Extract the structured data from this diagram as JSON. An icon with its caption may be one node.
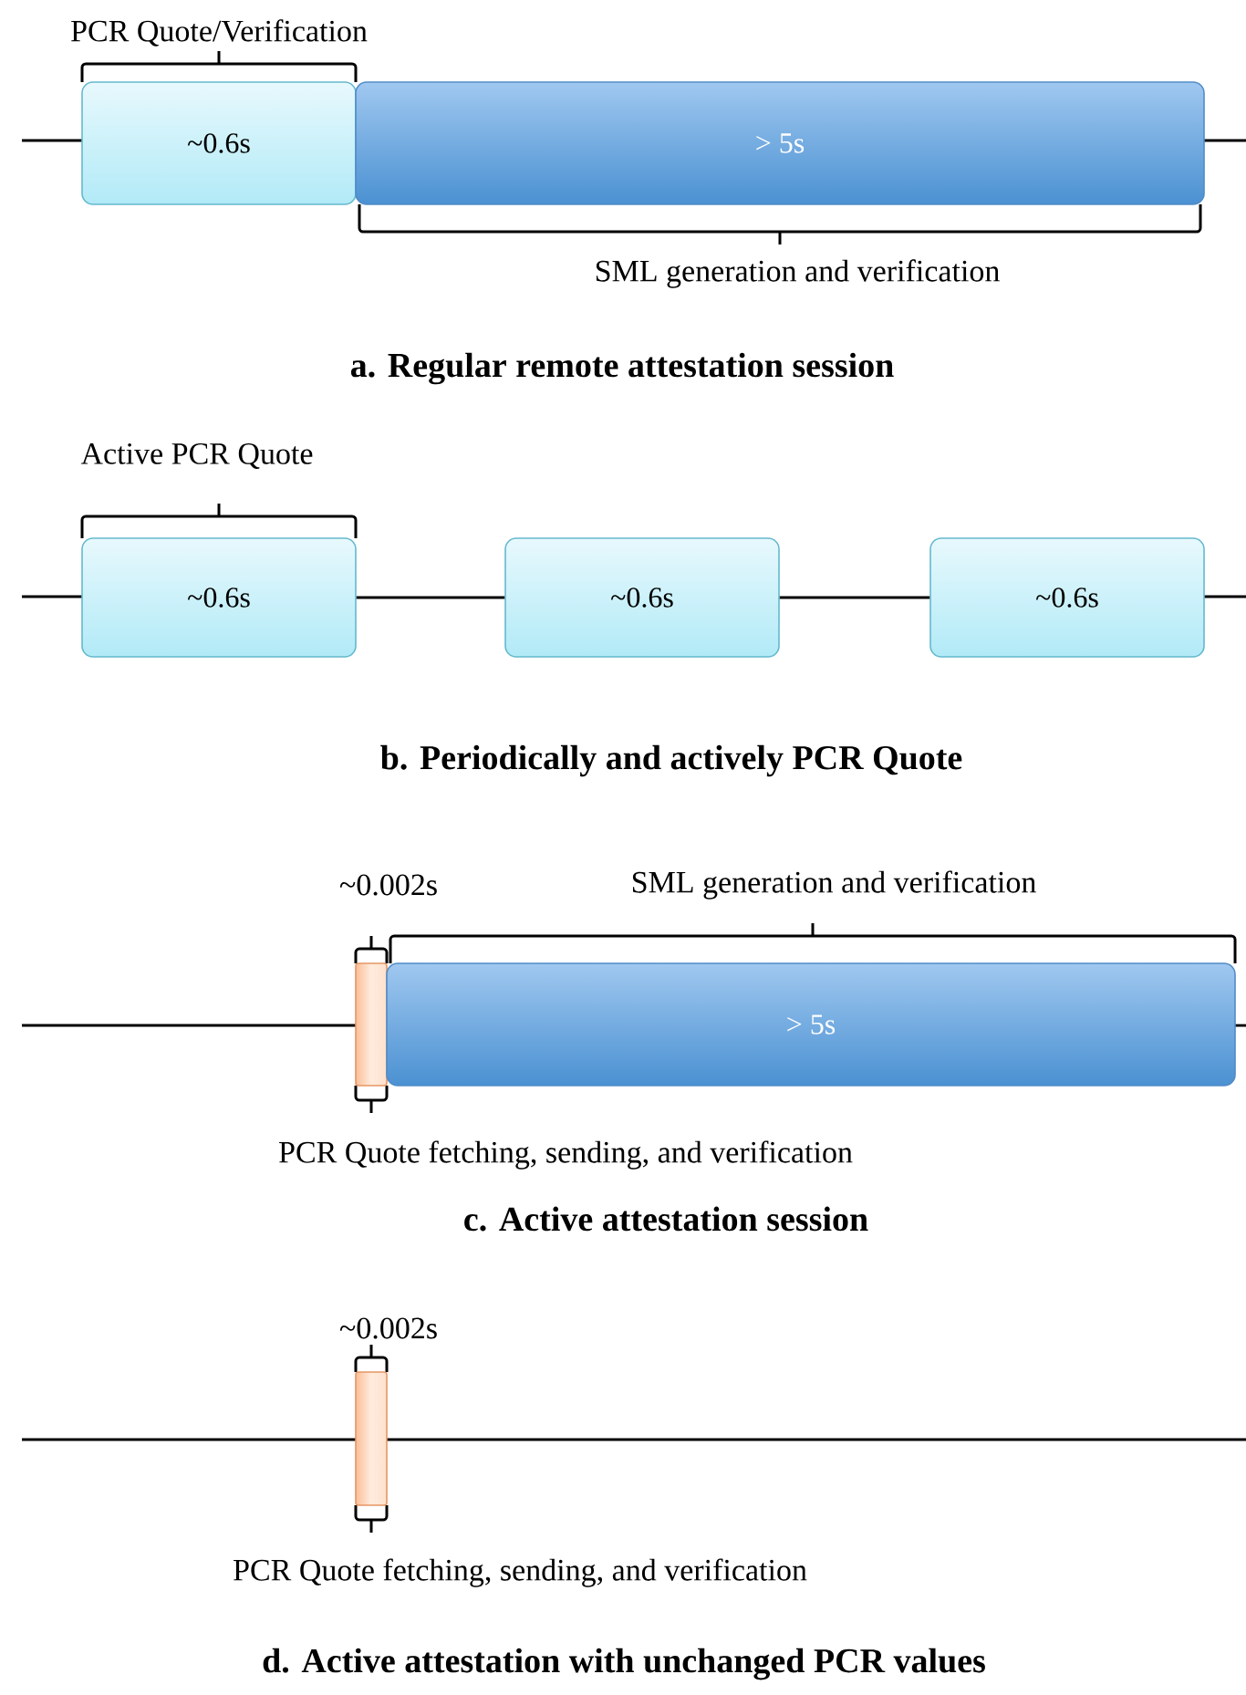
{
  "diagram": {
    "nodes": [
      {
        "text": [
          "~0.6s"
        ],
        "beside": [
          "PCR Quote/Verification"
        ]
      },
      {
        "text": [
          "> 5s"
        ],
        "beside": [
          "SML generation and verification"
        ]
      },
      {
        "text": [
          "~0.6s"
        ],
        "beside": [
          "Active PCR Quote"
        ]
      },
      {
        "text": [
          "~0.6s"
        ]
      },
      {
        "text": [
          "~0.6s"
        ]
      },
      {
        "text": [],
        "shape": "bar",
        "beside": [
          "~0.002s",
          "PCR Quote fetching, sending, and verification"
        ]
      },
      {
        "text": [
          "> 5s"
        ],
        "beside": [
          "SML generation and verification"
        ]
      },
      {
        "text": [],
        "shape": "bar",
        "beside": [
          "~0.002s",
          "PCR Quote fetching, sending, and verification"
        ]
      }
    ],
    "edges": [
      {
        "from": 2,
        "to": 3,
        "arrow": "none"
      },
      {
        "from": 3,
        "to": 4,
        "arrow": "none"
      }
    ],
    "labels": [
      "a. Regular remote attestation session",
      "b. Periodically and actively PCR Quote",
      "c. Active attestation session",
      "d. Active attestation with unchanged PCR values"
    ]
  }
}
